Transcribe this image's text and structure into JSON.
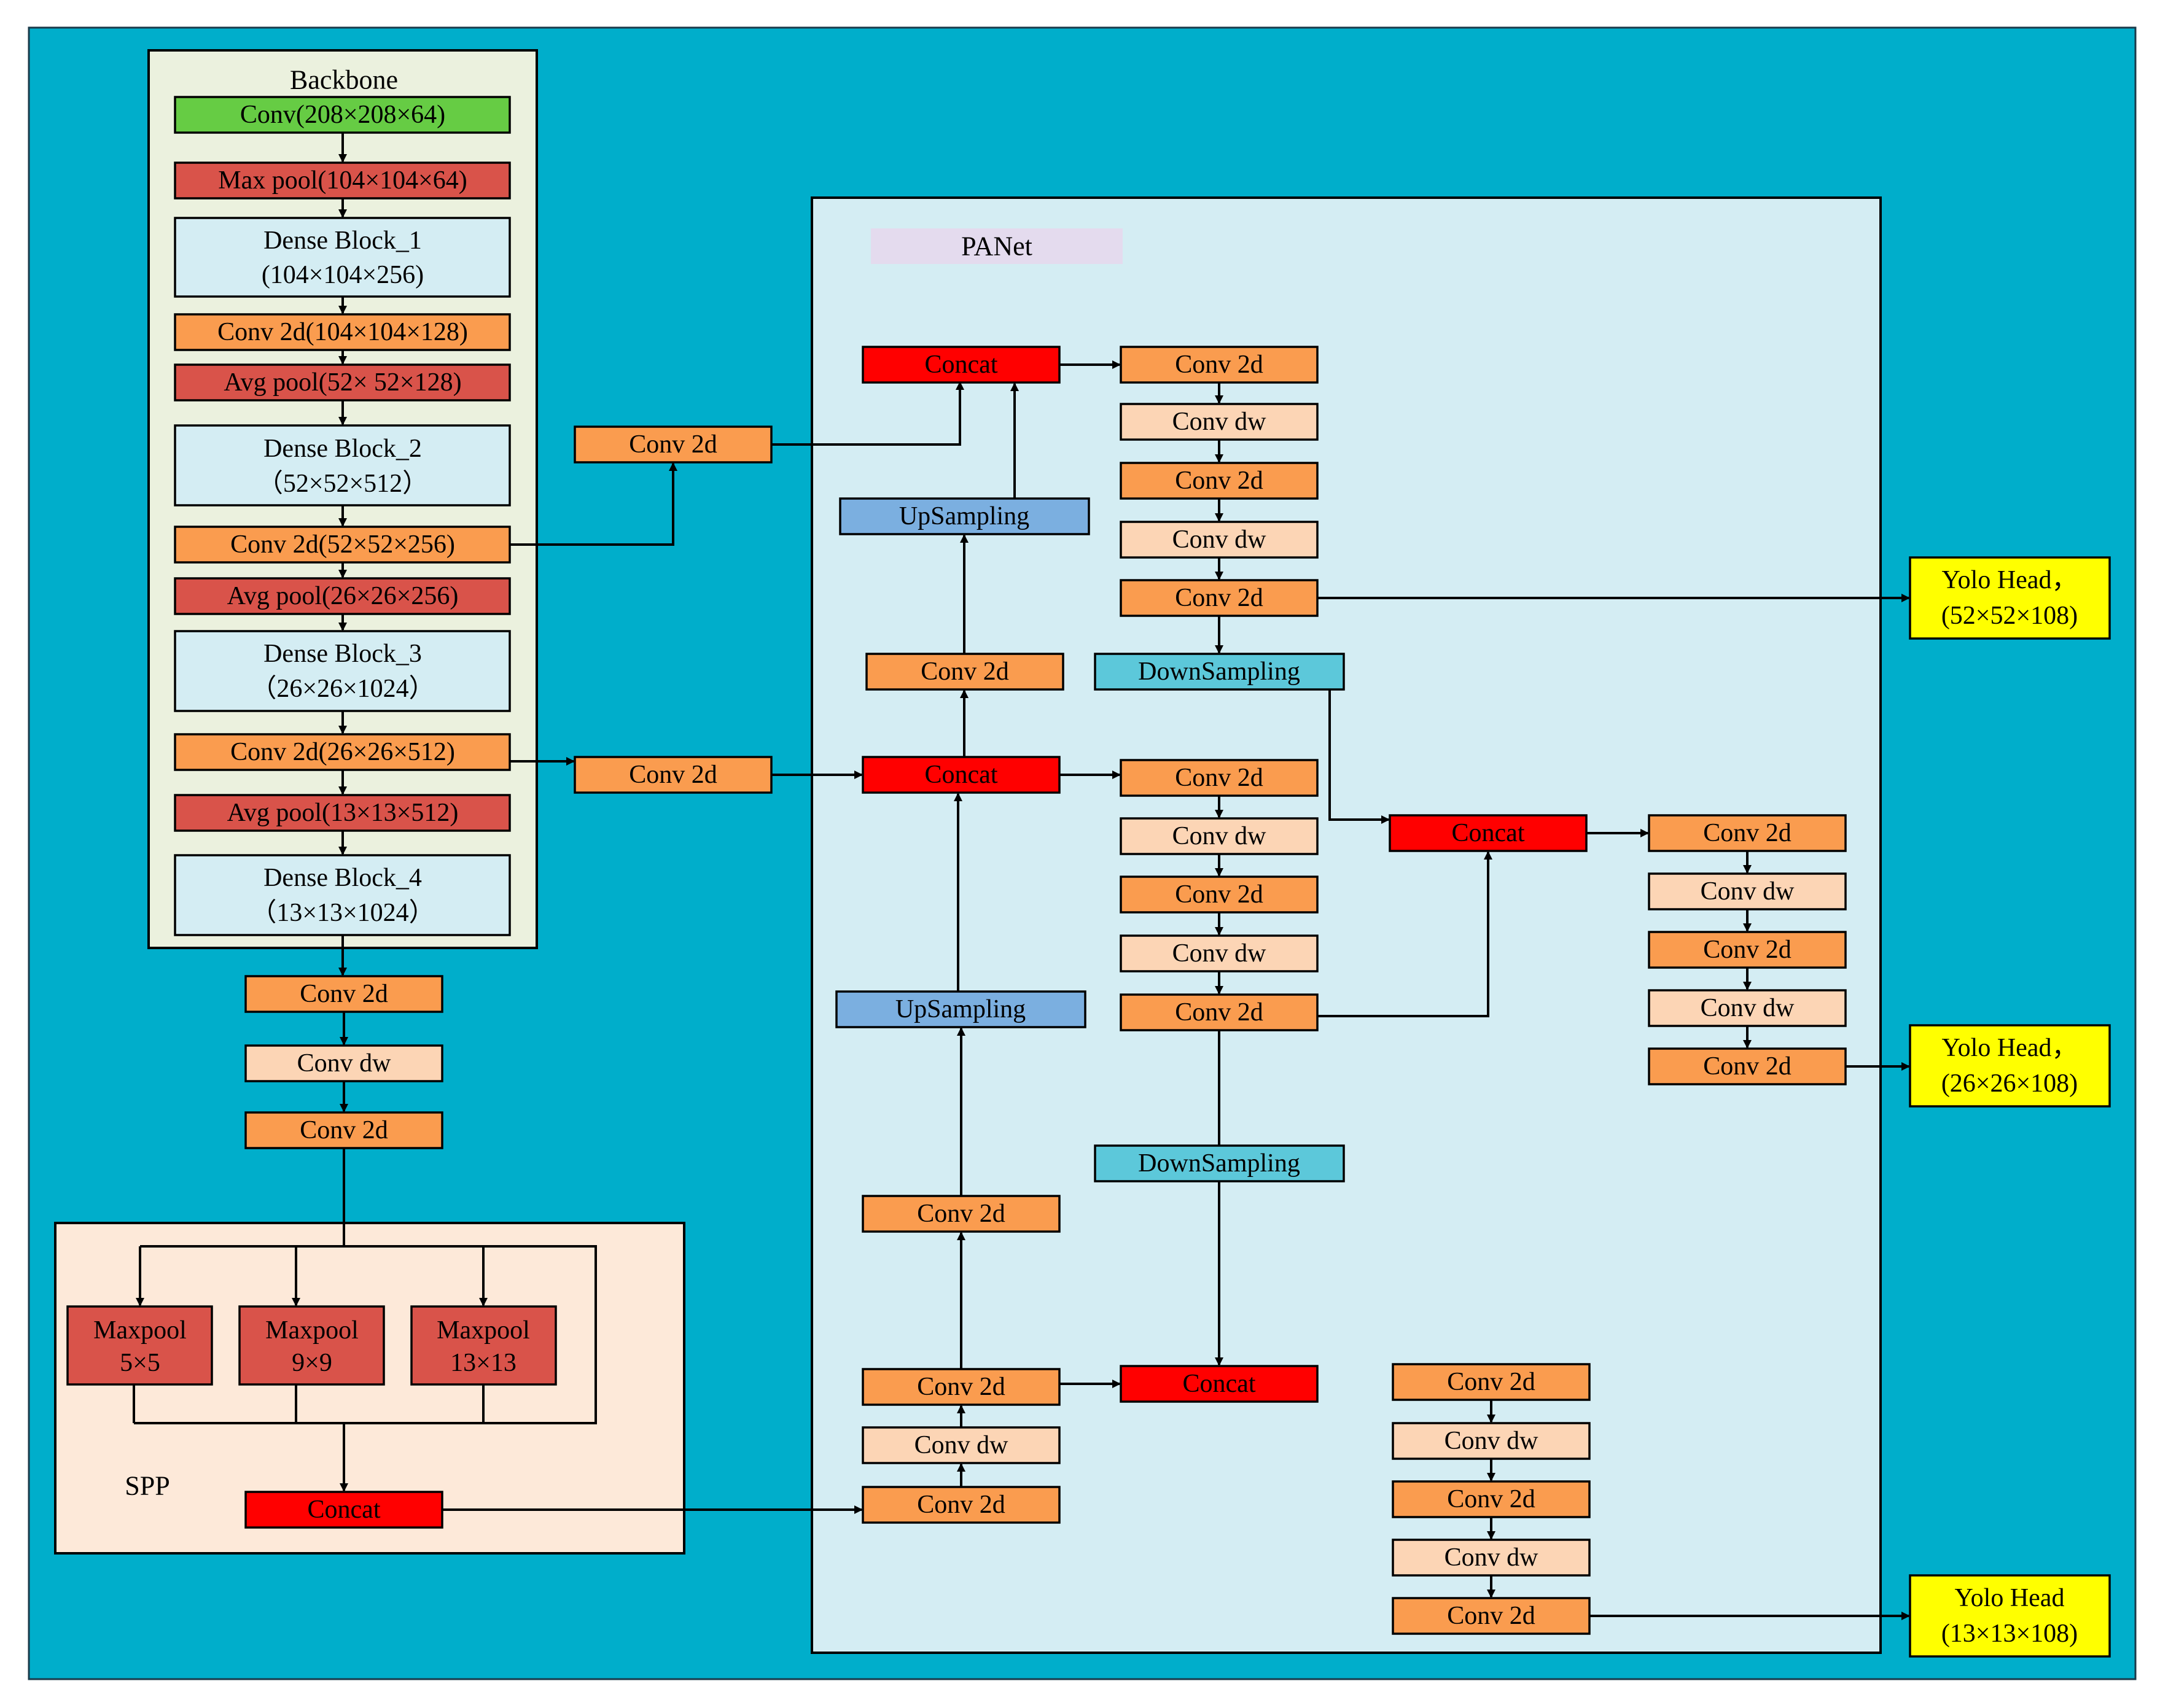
{
  "colors": {
    "background": "#00aecb",
    "backbone_panel": "#ebf1de",
    "panet_panel": "#d4edf3",
    "spp_panel": "#fde9d9",
    "conv_green": "#66cc44",
    "pool_red": "#d9534a",
    "dense_block": "#d4edf3",
    "conv2d_orange": "#fa9c4f",
    "conv_dw_peach": "#fcd5b5",
    "concat_red": "#ff0000",
    "upsampling_blue": "#7bafe0",
    "downsampling_cyan": "#5cc8da",
    "yolo_head_yellow": "#ffff00",
    "panet_tag": "#e4dbee"
  },
  "backbone": {
    "title": "Backbone",
    "conv": "Conv(208×208×64)",
    "max_pool": "Max pool(104×104×64)",
    "dense1": [
      "Dense Block_1",
      "(104×104×256)"
    ],
    "conv2d_1": "Conv 2d(104×104×128)",
    "avg_pool_1": "Avg pool(52× 52×128)",
    "dense2": [
      "Dense Block_2",
      "（52×52×512）"
    ],
    "conv2d_2": "Conv 2d(52×52×256)",
    "avg_pool_2": "Avg pool(26×26×256)",
    "dense3": [
      "Dense Block_3",
      "（26×26×1024）"
    ],
    "conv2d_3": "Conv 2d(26×26×512)",
    "avg_pool_3": "Avg pool(13×13×512)",
    "dense4": [
      "Dense Block_4",
      "（13×13×1024）"
    ]
  },
  "neck": {
    "conv2d_a": "Conv 2d",
    "conv_dw": "Conv dw",
    "conv2d_b": "Conv 2d"
  },
  "spp": {
    "label": "SPP",
    "maxpool_5": [
      "Maxpool",
      "5×5"
    ],
    "maxpool_9": [
      "Maxpool",
      "9×9"
    ],
    "maxpool_13": [
      "Maxpool",
      "13×13"
    ],
    "concat": "Concat"
  },
  "bridge": {
    "conv2d_from_52": "Conv 2d",
    "conv2d_from_26": "Conv 2d"
  },
  "panet": {
    "title": "PANet",
    "concat": "Concat",
    "conv_2d": "Conv 2d",
    "conv_dw": "Conv dw",
    "upsampling": "UpSampling",
    "downsampling": "DownSampling"
  },
  "heads": {
    "head_52": [
      "Yolo Head，",
      "(52×52×108)"
    ],
    "head_26": [
      "Yolo Head，",
      "(26×26×108)"
    ],
    "head_13": [
      "Yolo Head",
      "(13×13×108)"
    ]
  }
}
